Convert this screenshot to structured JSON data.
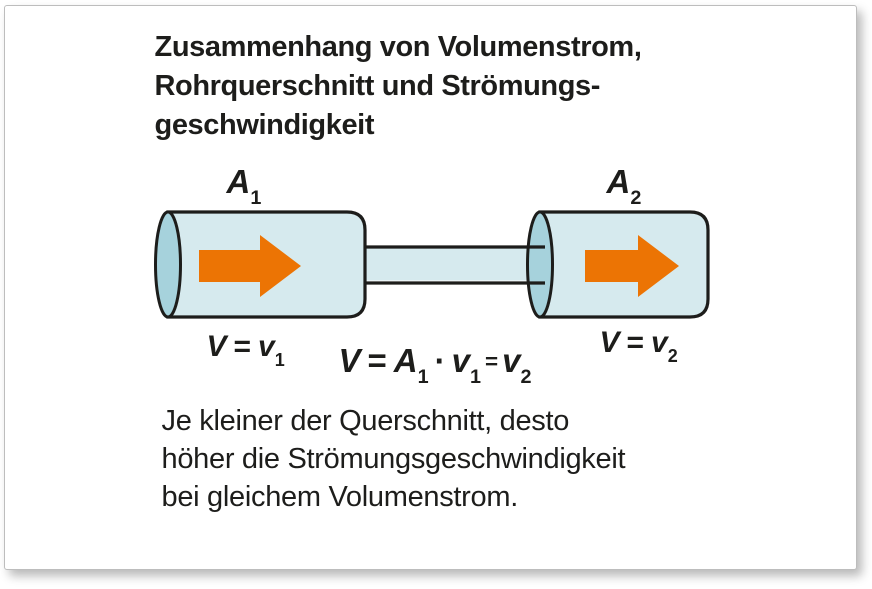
{
  "title": {
    "lines": [
      "Zusammenhang von Volumenstrom,",
      "Rohrquerschnitt und Strömungs-",
      "geschwindigkeit"
    ]
  },
  "pipe_labels": {
    "a1": {
      "base": "A",
      "sub": "1"
    },
    "a2": {
      "base": "A",
      "sub": "2"
    }
  },
  "formulas": {
    "left": {
      "lhs": "V",
      "eq": "=",
      "rhs": "v",
      "rhs_sub": "1"
    },
    "center": {
      "lhs": "V",
      "eq1": "=",
      "f1": "A",
      "f1_sub": "1",
      "dot": "·",
      "f2": "v",
      "f2_sub": "1",
      "eq2": "=",
      "f3": "v",
      "f3_sub": "2"
    },
    "right": {
      "lhs": "V",
      "eq": "=",
      "rhs": "v",
      "rhs_sub": "2"
    }
  },
  "caption": {
    "lines": [
      "Je kleiner der Querschnitt, desto",
      "höher die Strömungsgeschwindigkeit",
      "bei gleichem Volumenstrom."
    ]
  },
  "colors": {
    "arrow_orange": "#ec7404",
    "pipe_fill": "#d6eaee",
    "pipe_end_fill": "#a6d2dc",
    "outline": "#1d1d1b",
    "text": "#1d1d1b",
    "card_border": "#bdbdbd"
  }
}
